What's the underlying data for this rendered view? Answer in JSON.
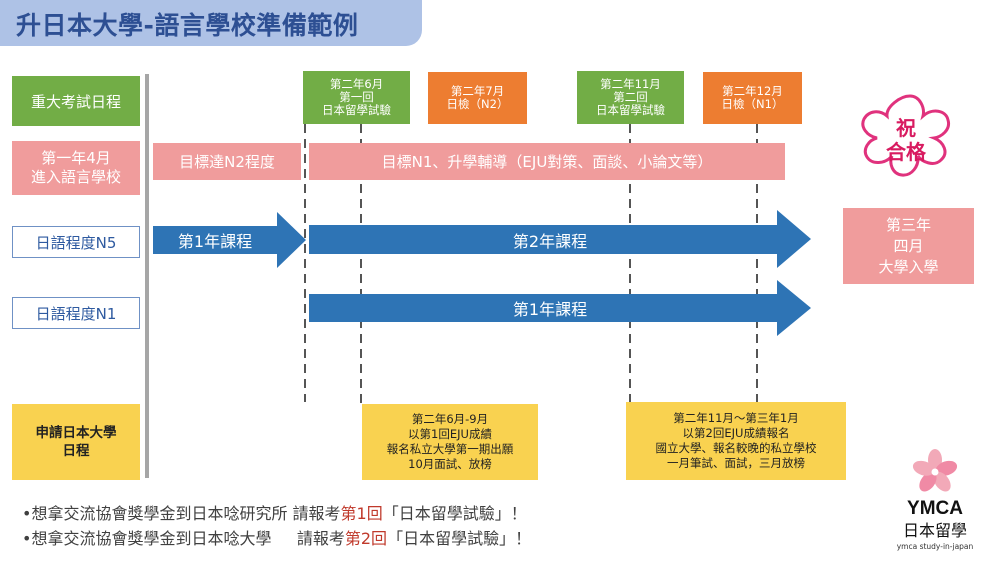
{
  "title": "升日本大學-語言學校準備範例",
  "left_labels": {
    "exam_schedule": "重大考試日程",
    "enroll": [
      "第一年4月",
      "進入語言學校"
    ],
    "level_n5": "日語程度N5",
    "level_n1": "日語程度N1",
    "apply": [
      "申請日本大學",
      "日程"
    ]
  },
  "events": [
    {
      "lines": [
        "第二年6月",
        "第一回",
        "日本留學試驗"
      ],
      "color": "#72ad46"
    },
    {
      "lines": [
        "第二年7月",
        "日檢（N2）"
      ],
      "color": "#ed7d31"
    },
    {
      "lines": [
        "第二年11月",
        "第二回",
        "日本留學試驗"
      ],
      "color": "#72ad46"
    },
    {
      "lines": [
        "第二年12月",
        "日檢（N1）"
      ],
      "color": "#ed7d31"
    }
  ],
  "goals": {
    "n2": "目標達N2程度",
    "n1": "目標N1、升學輔導（EJU對策、面談、小論文等）"
  },
  "arrows": {
    "first_year": "第1年課程",
    "second_year": "第2年課程",
    "n1_first_year": "第1年課程"
  },
  "result": [
    "第三年",
    "四月",
    "大學入學"
  ],
  "badge": [
    "祝",
    "合格"
  ],
  "apply_notes": [
    [
      "第二年6月-9月",
      "以第1回EJU成績",
      "報名私立大學第一期出願",
      "10月面試、放榜"
    ],
    [
      "第二年11月～第三年1月",
      "以第2回EJU成績報名",
      "國立大學、報名較晚的私立學校",
      "一月筆試、面試，三月放榜"
    ]
  ],
  "footnotes": [
    {
      "prefix": "•想拿交流協會獎學金到日本唸研究所 請報考",
      "highlight": "第1回",
      "suffix": "「日本留學試驗」！"
    },
    {
      "prefix": "•想拿交流協會獎學金到日本唸大學     請報考",
      "highlight": "第2回",
      "suffix": "「日本留學試驗」！"
    }
  ],
  "logo": {
    "name": "YMCA",
    "sub": "日本留學",
    "tagline": "ymca study-in-japan"
  },
  "colors": {
    "green": "#72ad46",
    "orange": "#ed7d31",
    "pink": "#f09c9c",
    "yellow": "#f9d250",
    "arrow_blue": "#2e74b5",
    "title_blue": "#2d4f93"
  }
}
